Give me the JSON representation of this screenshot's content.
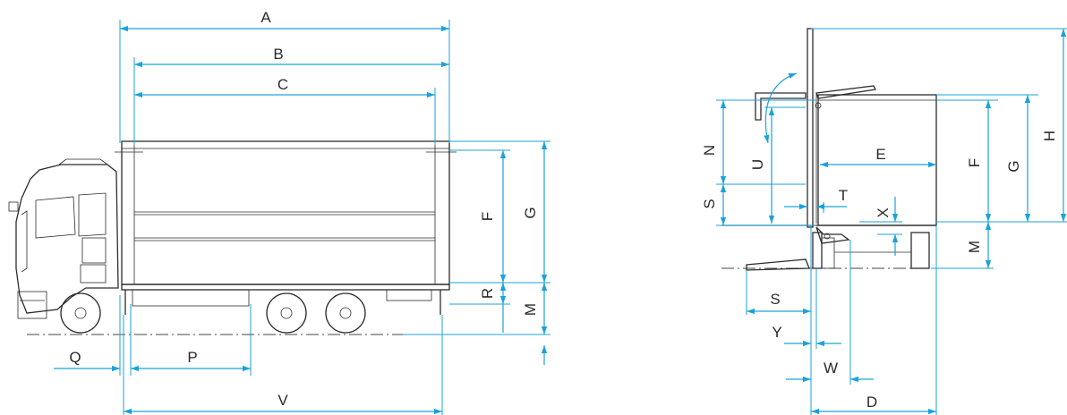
{
  "labels": {
    "A": "A",
    "B": "B",
    "C": "C",
    "D": "D",
    "E": "E",
    "F": "F",
    "G": "G",
    "H": "H",
    "M": "M",
    "N": "N",
    "P": "P",
    "Q": "Q",
    "R": "R",
    "S": "S",
    "T": "T",
    "U": "U",
    "V": "V",
    "W": "W",
    "X": "X",
    "Y": "Y"
  },
  "colors": {
    "dimension": "#1ba3d9",
    "outline": "#2c2c2c"
  }
}
